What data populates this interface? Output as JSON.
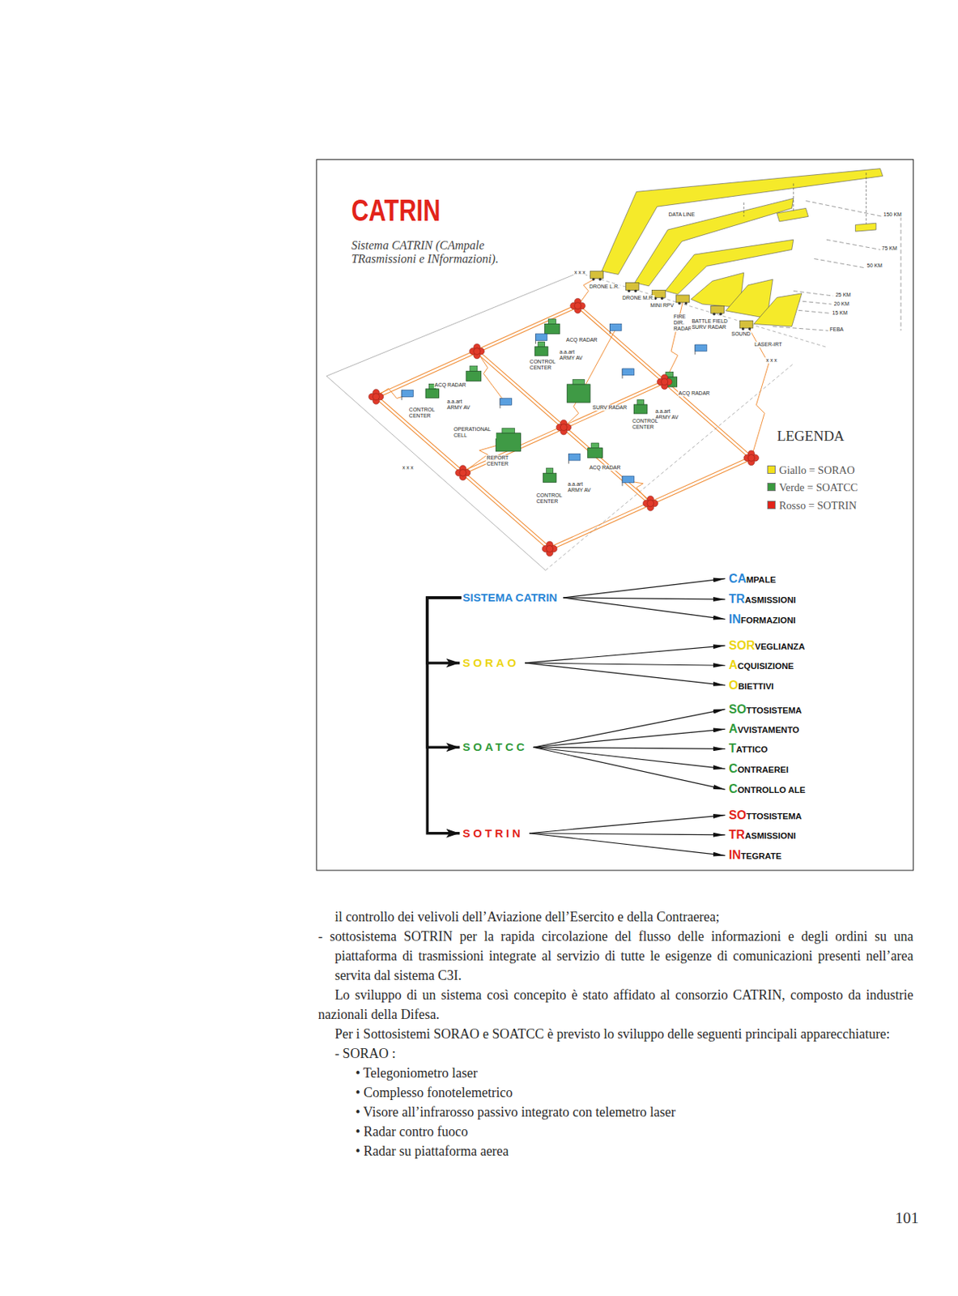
{
  "diagram": {
    "title": "CATRIN",
    "caption": "Sistema CATRIN (CAmpale TRasmissioni e INformazioni).",
    "nodes": [
      {
        "text": [
          "SISTEMA CATRIN"
        ]
      },
      {
        "text": [
          "CA",
          "MPALE"
        ]
      },
      {
        "text": [
          "TR",
          "ASMISSIONI"
        ]
      },
      {
        "text": [
          "IN",
          "FORMAZIONI"
        ]
      },
      {
        "text": [
          "SORAO"
        ]
      },
      {
        "text": [
          "SOR",
          "VEGLIANZA"
        ]
      },
      {
        "text": [
          "A",
          "CQUISIZIONE"
        ]
      },
      {
        "text": [
          "O",
          "BIETTIVI"
        ]
      },
      {
        "text": [
          "SOATCC"
        ]
      },
      {
        "text": [
          "SO",
          "TTOSISTEMA"
        ]
      },
      {
        "text": [
          "A",
          "VVISTAMENTO"
        ]
      },
      {
        "text": [
          "T",
          "ATTICO"
        ]
      },
      {
        "text": [
          "C",
          "ONTRAEREI"
        ]
      },
      {
        "text": [
          "C",
          "ONTROLLO ALE"
        ]
      },
      {
        "text": [
          "SOTRIN"
        ]
      },
      {
        "text": [
          "SO",
          "TTOSISTEMA"
        ]
      },
      {
        "text": [
          "TR",
          "ASMISSIONI"
        ]
      },
      {
        "text": [
          "IN",
          "TEGRATE"
        ]
      }
    ],
    "edges": [
      {
        "from": 0,
        "to": 1,
        "arrow": "to"
      },
      {
        "from": 0,
        "to": 2,
        "arrow": "to"
      },
      {
        "from": 0,
        "to": 3,
        "arrow": "to"
      },
      {
        "from": 0,
        "to": 4,
        "arrow": "to"
      },
      {
        "from": 0,
        "to": 8,
        "arrow": "to"
      },
      {
        "from": 0,
        "to": 14,
        "arrow": "to"
      },
      {
        "from": 4,
        "to": 5,
        "arrow": "to"
      },
      {
        "from": 4,
        "to": 6,
        "arrow": "to"
      },
      {
        "from": 4,
        "to": 7,
        "arrow": "to"
      },
      {
        "from": 8,
        "to": 9,
        "arrow": "to"
      },
      {
        "from": 8,
        "to": 10,
        "arrow": "to"
      },
      {
        "from": 8,
        "to": 11,
        "arrow": "to"
      },
      {
        "from": 8,
        "to": 12,
        "arrow": "to"
      },
      {
        "from": 8,
        "to": 13,
        "arrow": "to"
      },
      {
        "from": 14,
        "to": 15,
        "arrow": "to"
      },
      {
        "from": 14,
        "to": 16,
        "arrow": "to"
      },
      {
        "from": 14,
        "to": 17,
        "arrow": "to"
      }
    ],
    "labels": [
      "DATA LINE",
      "150 KM",
      "75 KM",
      "50 KM",
      "25 KM",
      "20 KM",
      "15 KM",
      "FEBA",
      "DRONE L.R.",
      "DRONE M.R.",
      "MINI RPV",
      "FIRE DIR. RADAR",
      "BATTLE FIELD SURV RADAR",
      "SOUND",
      "LASER-IRT",
      "x x x",
      "x x x",
      "x x x",
      "ACQ RADAR",
      "a.a.art ARMY AV",
      "CONTROL CENTER",
      "ACQ RADAR",
      "a.a.art ARMY AV",
      "CONTROL CENTER",
      "SURV RADAR",
      "ACQ RADAR",
      "a.a.art ARMY AV",
      "CONTROL CENTER",
      "OPERATIONAL CELL",
      "REPORT CENTER",
      "ACQ RADAR",
      "a.a.art ARMY AV",
      "CONTROL CENTER",
      "LEGENDA",
      "il controllo dei velivoli dell’Aviazione dell’Esercito e della Contraerea;",
      "- sottosistema SOTRIN per la rapida circolazione del flusso delle informazioni e degli ordini su una piattaforma di trasmissioni integrate al servizio di tutte le esigenze di comunicazioni presenti nell’area servita dal sistema C3I.",
      "Lo sviluppo di un sistema così concepito è stato affidato al consorzio CATRIN, composto da industrie nazionali della Difesa.",
      "Per i Sottosistemi SORAO e SOATCC è previsto lo sviluppo delle seguenti principali apparecchiature:",
      "- SORAO :",
      "• Telegoniometro laser",
      "• Complesso fonotelemetrico",
      "• Visore all’infrarosso passivo integrato con telemetro laser",
      "• Radar contro fuoco",
      "• Radar su piattaforma aerea",
      "101"
    ],
    "legend": [
      {
        "text": "Giallo = SORAO",
        "color": "#f2e01b"
      },
      {
        "text": "Verde = SOATCC",
        "color": "#3a9a3f"
      },
      {
        "text": "Rosso = SOTRIN",
        "color": "#e2231a"
      }
    ]
  }
}
